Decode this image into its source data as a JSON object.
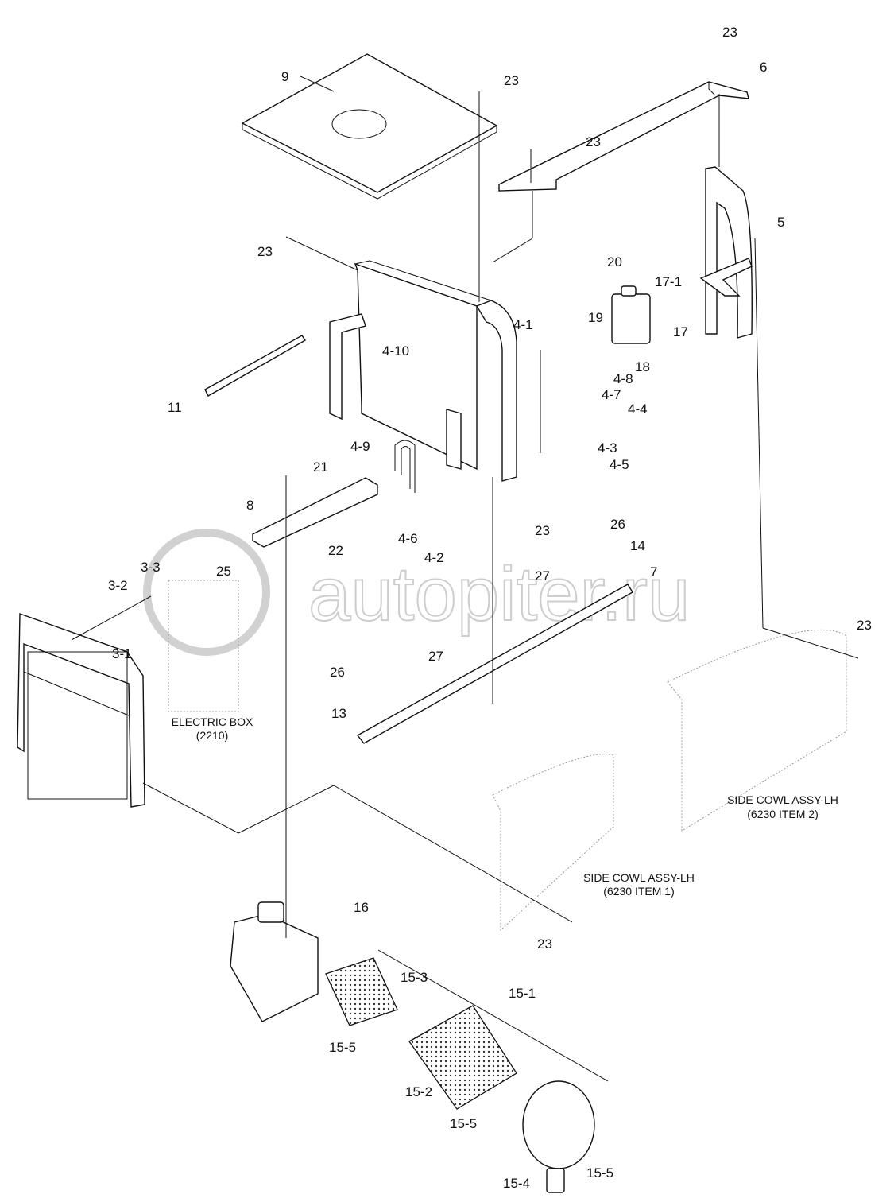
{
  "diagram": {
    "watermark": "autopiter.ru",
    "labels": {
      "p9": "9",
      "p23a": "23",
      "p6": "6",
      "p23b": "23",
      "p23c": "23",
      "p5": "5",
      "p23d": "23",
      "p20": "20",
      "p17_1": "17-1",
      "p19": "19",
      "p17": "17",
      "p18": "18",
      "p4_1": "4-1",
      "p4_10": "4-10",
      "p11": "11",
      "p4_8": "4-8",
      "p4_7": "4-7",
      "p4_4": "4-4",
      "p4_9": "4-9",
      "p4_3": "4-3",
      "p4_5": "4-5",
      "p21": "21",
      "p8": "8",
      "p23e": "23",
      "p4_6": "4-6",
      "p4_2": "4-2",
      "p22": "22",
      "p26a": "26",
      "p14": "14",
      "p27a": "27",
      "p7": "7",
      "p3_3": "3-3",
      "p25": "25",
      "p3_2": "3-2",
      "p3_1": "3-1",
      "p27b": "27",
      "p26b": "26",
      "p13": "13",
      "p23f": "23",
      "p16": "16",
      "p23g": "23",
      "p15_1": "15-1",
      "p15_3": "15-3",
      "p15_5a": "15-5",
      "p15_2": "15-2",
      "p15_5b": "15-5",
      "p15_4": "15-4",
      "p15_5c": "15-5"
    },
    "captions": {
      "electric_box": "ELECTRIC BOX",
      "electric_box_ref": "(2210)",
      "side_cowl_2": "SIDE COWL ASSY-LH",
      "side_cowl_2_ref": "(6230 ITEM 2)",
      "side_cowl_1": "SIDE COWL ASSY-LH",
      "side_cowl_1_ref": "(6230 ITEM 1)"
    }
  }
}
